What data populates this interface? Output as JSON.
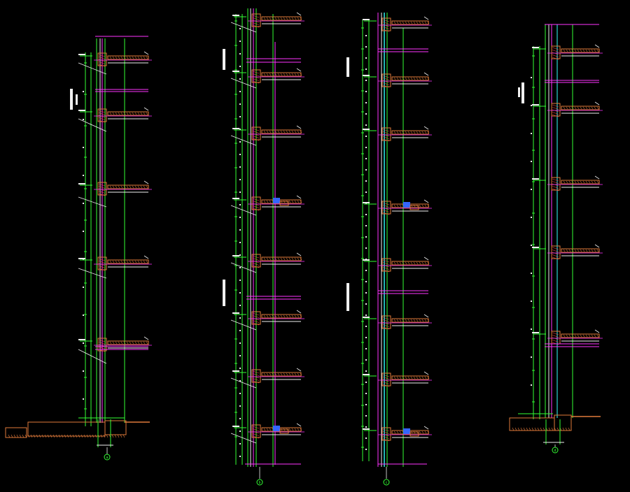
{
  "drawing": {
    "background": "#000000",
    "colors": {
      "green": "#33ff33",
      "magenta": "#ff33ff",
      "white": "#f0f0f0",
      "cyan": "#33ffff",
      "blue": "#3366ff",
      "orange": "#e07a3a",
      "yellow": "#e8e84a",
      "red": "#ff4040"
    }
  },
  "sections": [
    {
      "id": "a",
      "axis_label": "a",
      "floor_count": 5,
      "base": "wide-footing",
      "floors": [
        "slab",
        "slab",
        "slab",
        "slab",
        "slab"
      ]
    },
    {
      "id": "b",
      "axis_label": "b",
      "floor_count": 8,
      "base": "narrow",
      "floors": [
        "slab",
        "slab",
        "slab",
        "window-slab",
        "slab",
        "slab",
        "slab",
        "window-slab"
      ]
    },
    {
      "id": "c",
      "axis_label": "c",
      "floor_count": 8,
      "base": "narrow",
      "floors": [
        "slab",
        "slab",
        "slab",
        "window-slab",
        "slab",
        "slab",
        "slab",
        "window-slab"
      ]
    },
    {
      "id": "d",
      "axis_label": "d",
      "floor_count": 5,
      "base": "wide-footing",
      "floors": [
        "slab",
        "slab",
        "slab",
        "slab",
        "slab"
      ]
    }
  ]
}
